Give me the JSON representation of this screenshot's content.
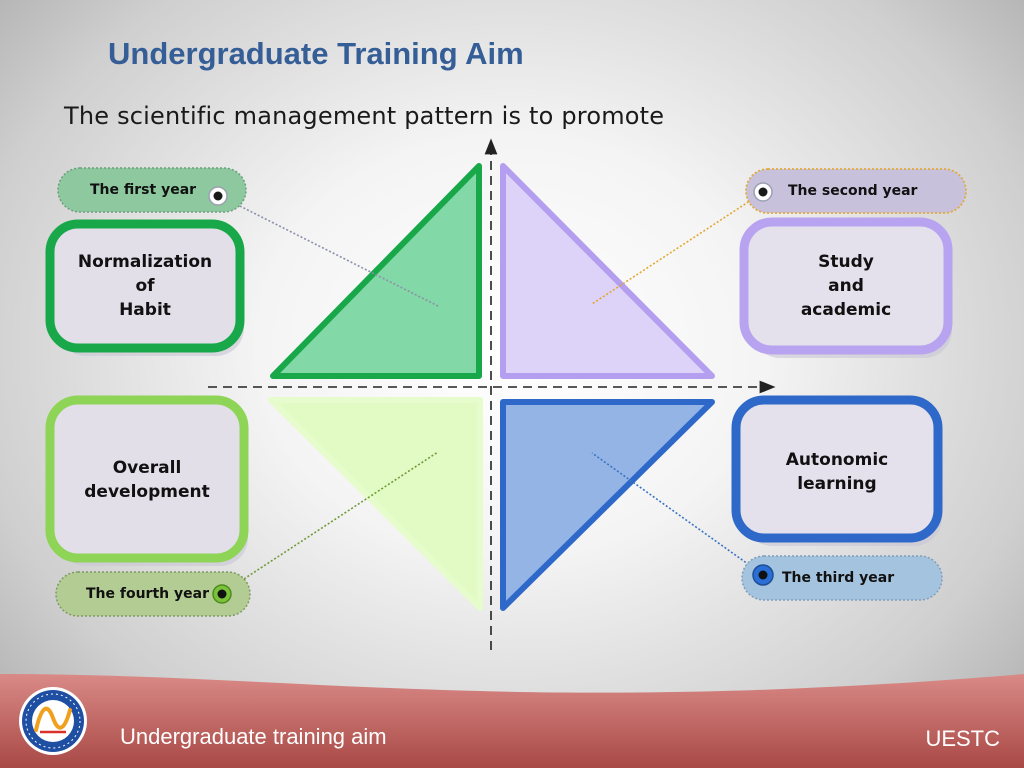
{
  "slide": {
    "title": "Undergraduate Training Aim",
    "subtitle": "The scientific management pattern is to promote"
  },
  "quadrants": [
    {
      "id": "first",
      "year_label": "The first year",
      "aim_text": "Normalization\nof\nHabit",
      "color": "#18a84a",
      "fill": "#82d8a6"
    },
    {
      "id": "second",
      "year_label": "The second year",
      "aim_text": "Study\nand\nacademic",
      "color": "#b39ef0",
      "fill": "#ddd2f8"
    },
    {
      "id": "third",
      "year_label": "The third year",
      "aim_text": "Autonomic\nlearning",
      "color": "#2e68c8",
      "fill": "#94b4e6"
    },
    {
      "id": "fourth",
      "year_label": "The fourth year",
      "aim_text": "Overall\ndevelopment",
      "color": "#8ed456",
      "fill": "#e2fbc4"
    }
  ],
  "footer": {
    "caption": "Undergraduate training aim",
    "org": "UESTC",
    "band_color": "#b85a58",
    "logo_icon": "school-seal-icon"
  }
}
